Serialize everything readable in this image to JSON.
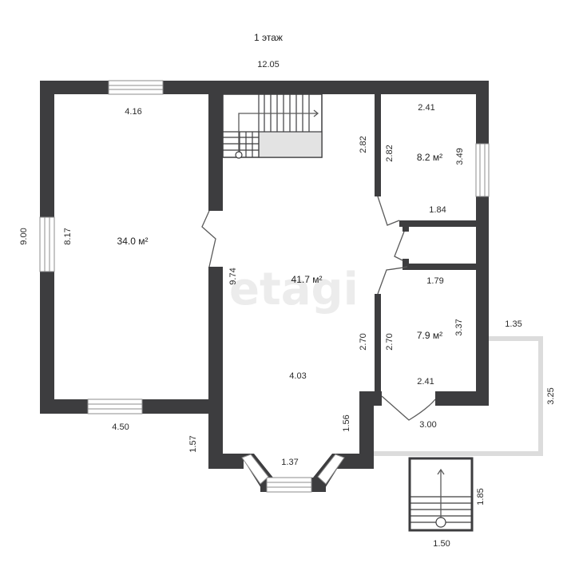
{
  "title": "1 этаж",
  "watermark": "etagi",
  "rooms": [
    {
      "area": "34.0 м²"
    },
    {
      "area": "41.7 м²"
    },
    {
      "area": "8.2 м²"
    },
    {
      "area": "7.9 м²"
    }
  ],
  "dims": {
    "overall_width": "12.05",
    "overall_height": "9.00",
    "big_room_top": "4.16",
    "big_room_side": "8.17",
    "big_room_bottom": "4.50",
    "hall_left": "9.74",
    "hall_bottom_center": "4.03",
    "stair_right": "2.82",
    "room1_top": "2.41",
    "room1_left": "2.82",
    "room1_right": "3.49",
    "room1_bottom": "1.84",
    "room2_top": "1.79",
    "room2_left_outer": "2.70",
    "room2_left": "2.70",
    "room2_right": "3.37",
    "room2_bottom": "2.41",
    "bay_width": "1.37",
    "bay_left": "1.57",
    "bay_right": "1.56",
    "terrace_width": "1.35",
    "terrace_height": "3.25",
    "terrace_bottom": "3.00",
    "porch_height": "1.85",
    "porch_width": "1.50"
  }
}
